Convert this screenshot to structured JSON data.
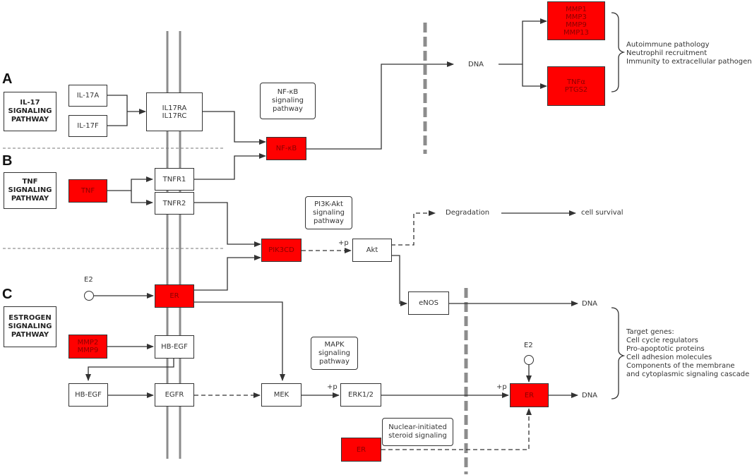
{
  "sections": {
    "a": {
      "letter": "A",
      "lines": [
        "IL-17",
        "SIGNALING",
        "PATHWAY"
      ]
    },
    "b": {
      "letter": "B",
      "lines": [
        "TNF",
        "SIGNALING",
        "PATHWAY"
      ]
    },
    "c": {
      "letter": "C",
      "lines": [
        "ESTROGEN",
        "SIGNALING",
        "PATHWAY"
      ]
    }
  },
  "nodes": {
    "il17a": "IL-17A",
    "il17f": "IL-17F",
    "il17ra_rc": [
      "IL17RA",
      "IL17RC"
    ],
    "nfkb": "NF-κB",
    "mmp_group": [
      "MMP1",
      "MMP3",
      "MMP9",
      "MMP13"
    ],
    "tnfa_ptgs2": [
      "TNFα",
      "PTGS2"
    ],
    "tnf": "TNF",
    "tnfr1": "TNFR1",
    "tnfr2": "TNFR2",
    "pik3cd": "PIK3CD",
    "akt": "Akt",
    "er_membrane": "ER",
    "enos": "eNOS",
    "mmp2_mmp9": [
      "MMP2",
      "MMP9"
    ],
    "hbegf_upper": "HB-EGF",
    "hbegf_lower": "HB-EGF",
    "egfr": "EGFR",
    "mek": "MEK",
    "erk": "ERK1/2",
    "er_nuclear": "ER",
    "er_bottom": "ER"
  },
  "pathway_labels": {
    "nfkb": [
      "NF-κB",
      "signaling",
      "pathway"
    ],
    "pi3k": [
      "PI3K-Akt",
      "signaling",
      "pathway"
    ],
    "mapk": [
      "MAPK",
      "signaling",
      "pathway"
    ],
    "nuclear": [
      "Nuclear-initiated",
      "steroid signaling"
    ]
  },
  "labels": {
    "dna_top": "DNA",
    "dna_enos": "DNA",
    "dna_er": "DNA",
    "degradation": "Degradation",
    "cell_survival": "cell survival",
    "e2_left": "E2",
    "e2_right": "E2",
    "p_akt": "+p",
    "p_erk": "+p",
    "p_er": "+p"
  },
  "outcomes": {
    "a": [
      "Autoimmune pathology",
      "Neutrophil recruitment",
      "Immunity to extracellular pathogens"
    ],
    "c": [
      "Target genes:",
      "Cell cycle regulators",
      "Pro-apoptotic proteins",
      "Cell adhesion molecules",
      "Components of the membrane",
      "and cytoplasmic signaling cascade"
    ]
  },
  "colors": {
    "highlight": "#ff0000",
    "highlight_text": "#8a0000",
    "line": "#333333",
    "membrane": "#8c8c8c",
    "nuclear_boundary": "#8c8c8c"
  }
}
